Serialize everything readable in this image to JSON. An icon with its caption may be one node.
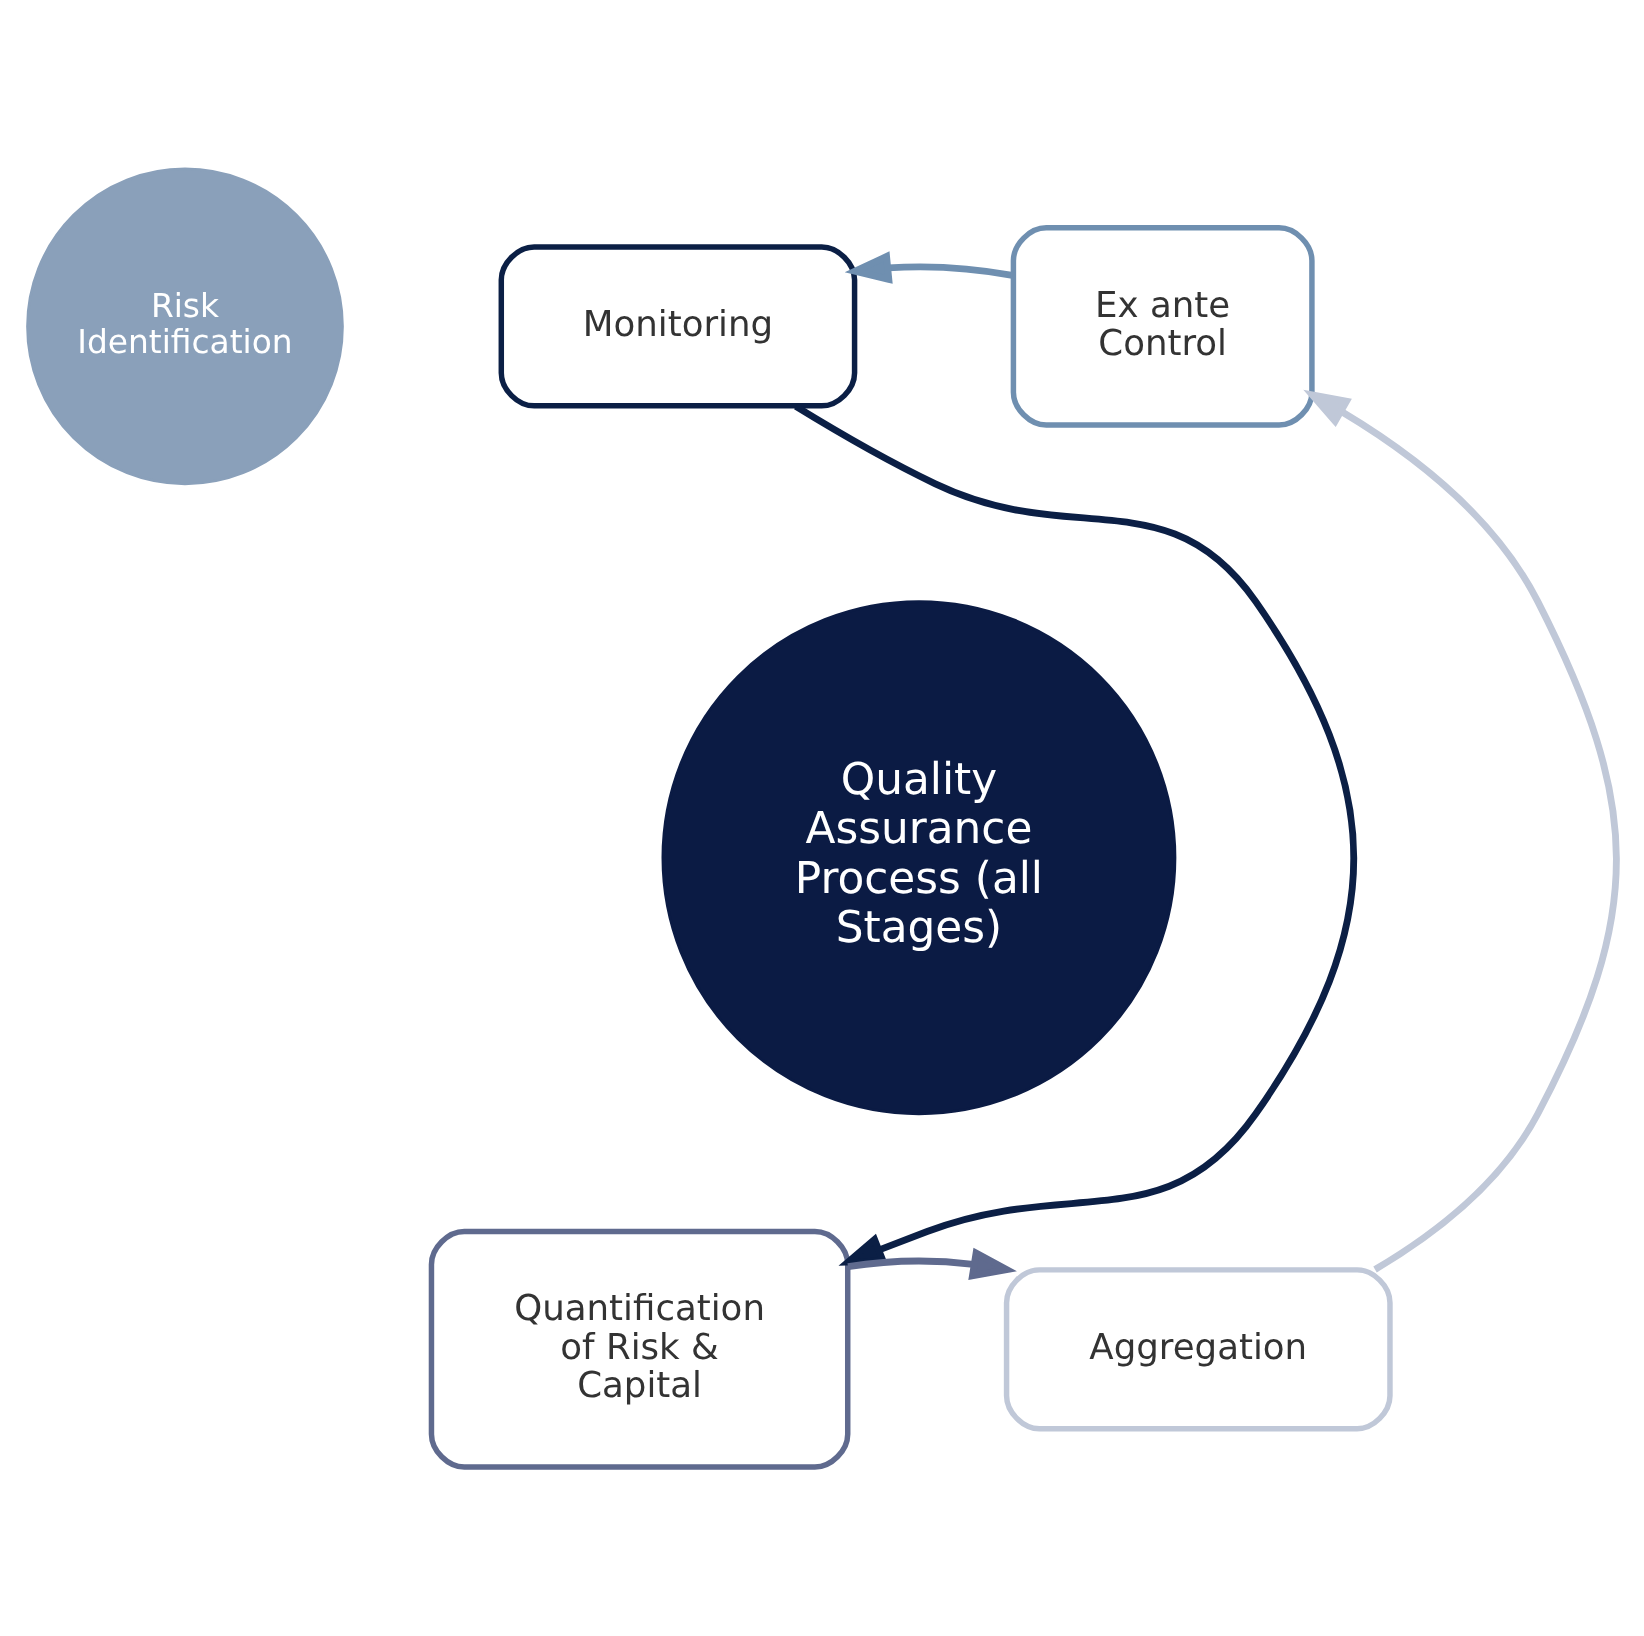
{
  "diagram": {
    "nodes": [
      {
        "text": [
          "Risk Identification"
        ]
      },
      {
        "text": [
          "Monitoring"
        ]
      },
      {
        "text": [
          "Ex ante Control"
        ]
      },
      {
        "text": [
          "Quality Assurance Process (all Stages)"
        ]
      },
      {
        "text": [
          "Quantification of Risk & Capital"
        ]
      },
      {
        "text": [
          "Aggregation"
        ]
      }
    ],
    "edges": [
      {
        "from": 1,
        "to": 4,
        "arrow": "to",
        "color": "#0b1f45"
      },
      {
        "from": 4,
        "to": 5,
        "arrow": "to",
        "color": "#5f6a8e"
      },
      {
        "from": 5,
        "to": 2,
        "arrow": "to",
        "color": "#c0c8d8"
      },
      {
        "from": 2,
        "to": 1,
        "arrow": "to",
        "color": "#6f8fb0"
      }
    ]
  }
}
